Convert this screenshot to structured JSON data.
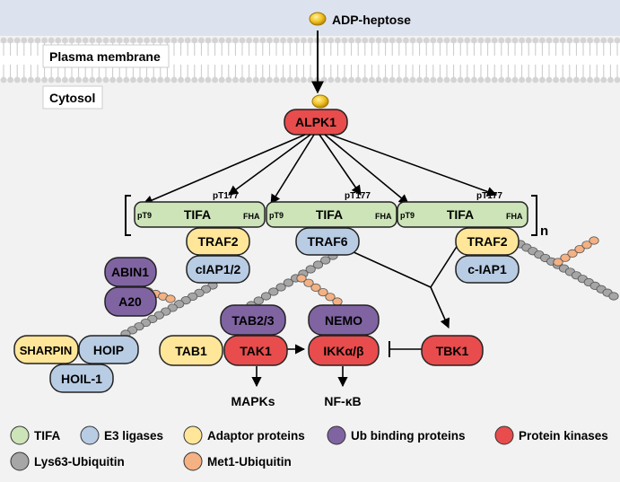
{
  "labels": {
    "ligand": "ADP-heptose",
    "membrane": "Plasma membrane",
    "cytosol": "Cytosol",
    "alpk1": "ALPK1",
    "repeat": "n",
    "mapks": "MAPKs",
    "nfkb": "NF-κB"
  },
  "tifa_units": [
    {
      "name": "TIFA",
      "pt9": "pT9",
      "fha": "FHA",
      "pt177": "pT177"
    },
    {
      "name": "TIFA",
      "pt9": "pT9",
      "fha": "FHA",
      "pt177": "pT177"
    },
    {
      "name": "TIFA",
      "pt9": "pT9",
      "fha": "FHA",
      "pt177": "pT177"
    }
  ],
  "proteins": {
    "traf2_a": "TRAF2",
    "ciap12": "cIAP1/2",
    "traf6": "TRAF6",
    "traf2_b": "TRAF2",
    "ciap1": "c-IAP1",
    "abin1": "ABIN1",
    "a20": "A20",
    "sharpin": "SHARPIN",
    "hoip": "HOIP",
    "hoil1": "HOIL-1",
    "tab23": "TAB2/3",
    "tab1": "TAB1",
    "tak1": "TAK1",
    "nemo": "NEMO",
    "ikk": "IKKα/β",
    "tbk1": "TBK1"
  },
  "legend": [
    {
      "label": "TIFA",
      "color": "#cce4b8"
    },
    {
      "label": "E3 ligases",
      "color": "#b8cce4"
    },
    {
      "label": "Adaptor proteins",
      "color": "#ffe699"
    },
    {
      "label": "Ub binding proteins",
      "color": "#8064a2"
    },
    {
      "label": "Protein kinases",
      "color": "#e84c4c"
    },
    {
      "label": "Lys63-Ubiquitin",
      "color": "#a6a6a6"
    },
    {
      "label": "Met1-Ubiquitin",
      "color": "#f4b183"
    }
  ],
  "colors": {
    "tifa": "#cce4b8",
    "e3": "#b8cce4",
    "adaptor": "#ffe699",
    "ub_binding": "#8064a2",
    "kinase": "#e84c4c",
    "lys63": "#a6a6a6",
    "met1": "#f4b183"
  }
}
